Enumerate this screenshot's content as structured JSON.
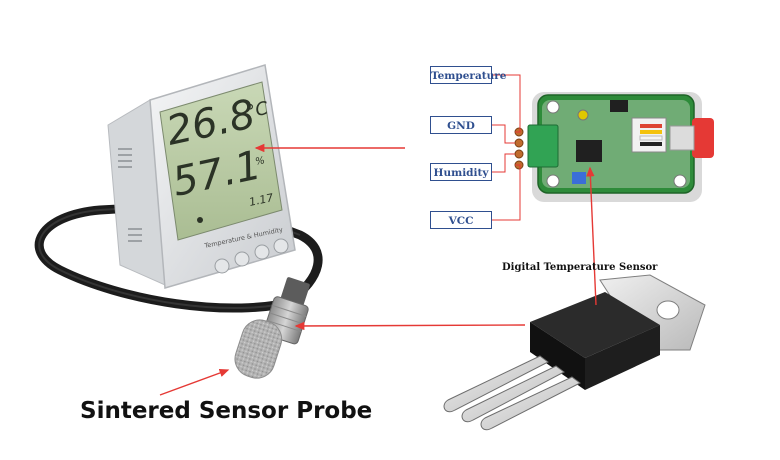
{
  "display": {
    "temperature_reading": "26.8",
    "temperature_unit": "°C",
    "humidity_reading": "57.1",
    "humidity_unit": "%",
    "small_readout": "1.17",
    "device_caption": "Temperature & Humidity"
  },
  "module": {
    "pin_labels": [
      "Temperature",
      "GND",
      "Humidity",
      "VCC"
    ]
  },
  "labels": {
    "digital_sensor": "Digital Temperature Sensor",
    "probe": "Sintered Sensor Probe"
  },
  "colors": {
    "annotation_arrow": "#e53935",
    "pin_box": "#2f4f8f",
    "pin_wire": "#e53935",
    "pcb": "#2e8b3a",
    "terminal_block": "#31a354",
    "sensor_body": "#1a1a1a",
    "probe_metal": "#b0b0b0"
  }
}
